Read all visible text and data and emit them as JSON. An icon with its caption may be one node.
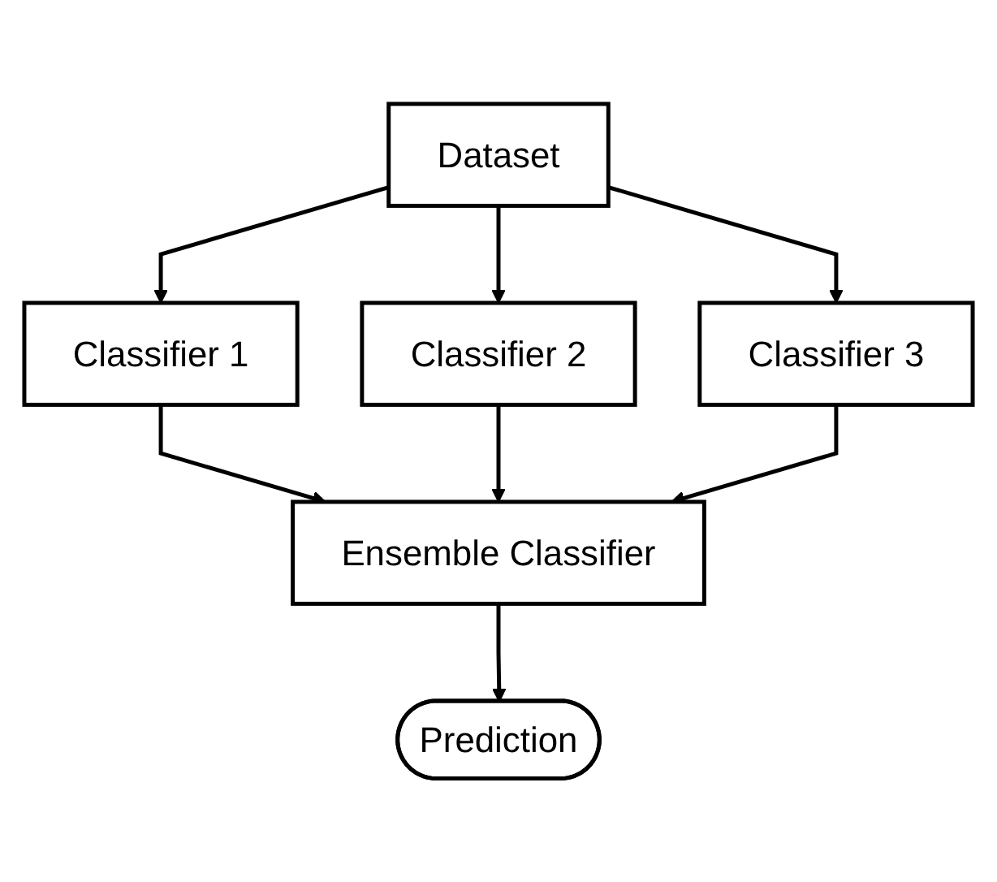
{
  "diagram": {
    "nodes": [
      {
        "text": [
          "Dataset"
        ]
      },
      {
        "text": [
          "Classifier 1"
        ]
      },
      {
        "text": [
          "Classifier 2"
        ]
      },
      {
        "text": [
          "Classifier 3"
        ]
      },
      {
        "text": [
          "Ensemble Classifier"
        ]
      },
      {
        "text": [
          "Prediction"
        ]
      }
    ],
    "edges": [
      {
        "from": 0,
        "to": 1,
        "arrow": "to"
      },
      {
        "from": 0,
        "to": 2,
        "arrow": "to"
      },
      {
        "from": 0,
        "to": 3,
        "arrow": "to"
      },
      {
        "from": 1,
        "to": 4,
        "arrow": "to"
      },
      {
        "from": 2,
        "to": 4,
        "arrow": "to"
      },
      {
        "from": 3,
        "to": 4,
        "arrow": "to"
      },
      {
        "from": 4,
        "to": 5,
        "arrow": "to"
      }
    ]
  }
}
